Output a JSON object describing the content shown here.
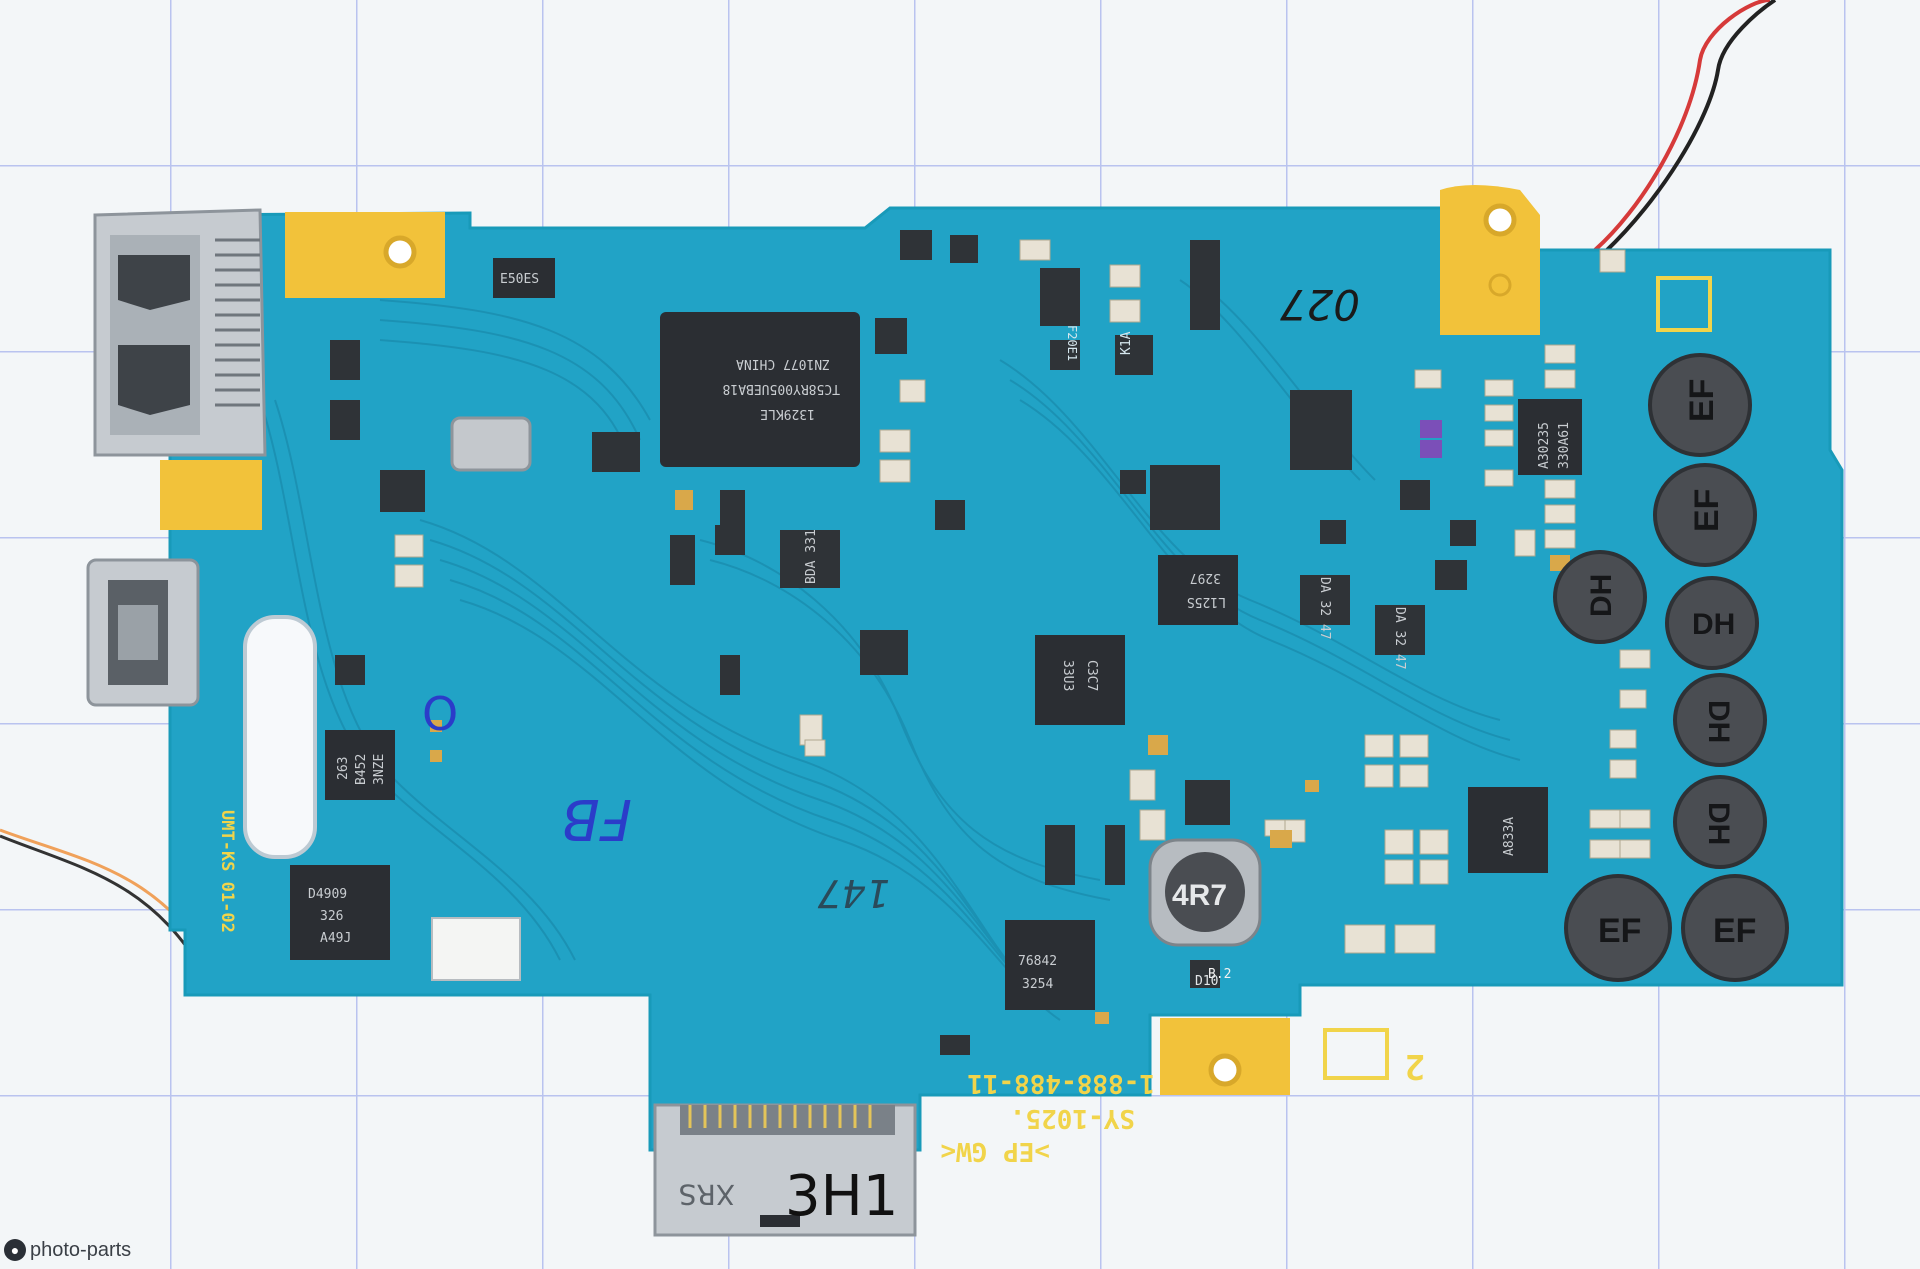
{
  "scene": {
    "subject": "camera-main-board-pcb",
    "colors": {
      "board": "#21a3c6",
      "board_dark": "#1b8fb0",
      "pad_gold": "#f2c23a",
      "silk_yellow": "#f1d44a",
      "chip_black": "#2b2e33",
      "inductor": "#4a4d52",
      "connector_metal": "#c6cbd0",
      "grid_line": "#b9c3ef"
    }
  },
  "labels": {
    "board_code_1": "UMT-KS 01-02",
    "board_code_2": "1-888-488-11",
    "board_code_3": "SY-1025.",
    "board_code_4": ">EP GW<",
    "board_num": "2",
    "marker_o": "O",
    "marker_fb": "FB",
    "marker_027": "027",
    "marker_147": "147",
    "connector_3h1": "3H1",
    "connector_xrs": "XRS",
    "chip_main_1": "1329KLE",
    "chip_main_2": "TC58RY005UEBA18",
    "chip_main_3": "ZN1077 CHINA",
    "chip_e50es": "E50ES",
    "chip_d4909_1": "D4909",
    "chip_d4909_2": "326",
    "chip_d4909_3": "A49J",
    "chip_263_1": "263",
    "chip_263_2": "B452",
    "chip_263_3": "3NZE",
    "chip_c3c7_1": "C3C7",
    "chip_c3c7_2": "33U3",
    "chip_l125_1": "L125S",
    "chip_l125_2": "3297",
    "chip_a30_1": "A30235",
    "chip_a30_2": "330A61",
    "chip_7683_1": "76842",
    "chip_7683_2": "3254",
    "chip_da1": "DA 32 47",
    "chip_da2": "DA 32 47",
    "chip_bda": "BDA 331",
    "ind_ef": "EF",
    "ind_dh": "DH",
    "ind_4r7": "4R7",
    "chip_a33": "A833A",
    "label_b2": "B.2",
    "label_d10": "D10",
    "label_k1a": "K1A",
    "label_f20e": "F20E1",
    "label_wm": "photo-parts"
  }
}
